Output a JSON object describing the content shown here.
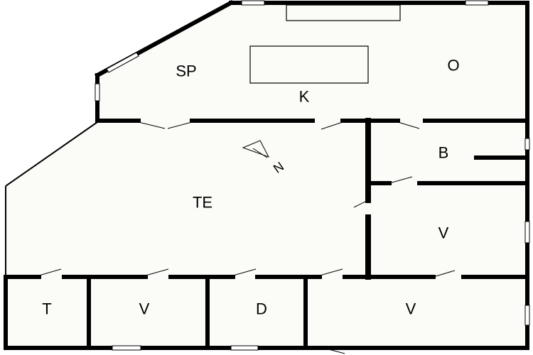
{
  "floorplan": {
    "rooms": [
      {
        "id": "sp",
        "label": "SP"
      },
      {
        "id": "o",
        "label": "O"
      },
      {
        "id": "k",
        "label": "K"
      },
      {
        "id": "b",
        "label": "B"
      },
      {
        "id": "te",
        "label": "TE"
      },
      {
        "id": "v-right",
        "label": "V"
      },
      {
        "id": "t",
        "label": "T"
      },
      {
        "id": "v-bottom-1",
        "label": "V"
      },
      {
        "id": "d",
        "label": "D"
      },
      {
        "id": "v-bottom-2",
        "label": "V"
      }
    ],
    "compass": {
      "label": "N"
    },
    "colors": {
      "wall": "#000000",
      "floor": "#fbfbf7"
    }
  }
}
